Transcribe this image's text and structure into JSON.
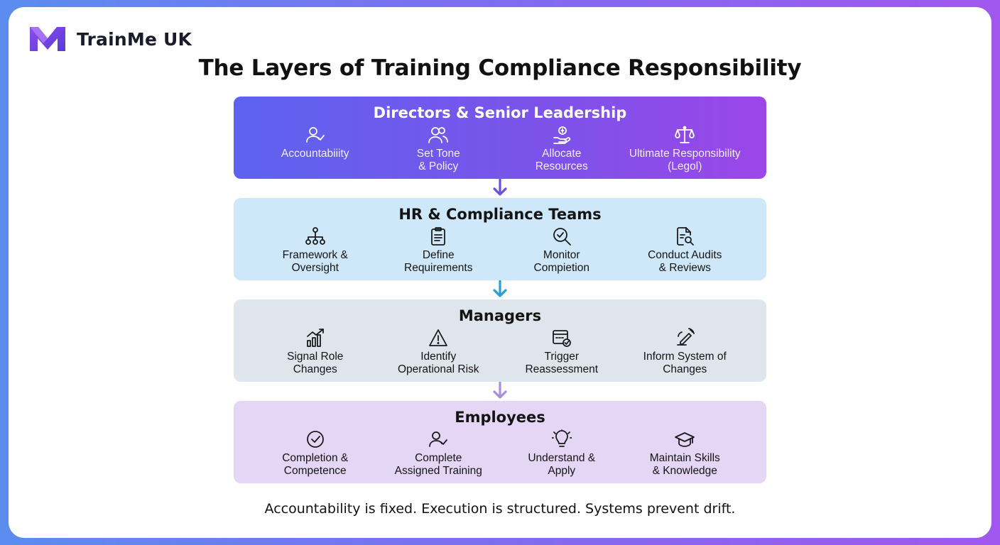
{
  "brand": {
    "name": "TrainMe UK",
    "logo_icon": "m-logo-icon"
  },
  "title": "The Layers of Training Compliance Responsibility",
  "layers": [
    {
      "title": "Directors & Senior Leadership",
      "color": "#6a5cf0",
      "items": [
        {
          "icon": "user-check-icon",
          "label": "Accountabiiity"
        },
        {
          "icon": "users-icon",
          "label": "Set Tone\n& Policy"
        },
        {
          "icon": "hand-coin-icon",
          "label": "Allocate\nResources"
        },
        {
          "icon": "scales-icon",
          "label": "Ultimate Responsibility\n(Legol)"
        }
      ]
    },
    {
      "title": "HR & Compliance Teams",
      "color": "#cfe8f9",
      "items": [
        {
          "icon": "hierarchy-icon",
          "label": "Framework &\nOversight"
        },
        {
          "icon": "clipboard-icon",
          "label": "Define\nRequirements"
        },
        {
          "icon": "search-check-icon",
          "label": "Monitor\nCompietion"
        },
        {
          "icon": "document-search-icon",
          "label": "Conduct Audits\n& Reviews"
        }
      ]
    },
    {
      "title": "Managers",
      "color": "#dfe5ec",
      "items": [
        {
          "icon": "bar-chart-up-icon",
          "label": "Signal Role\nChanges"
        },
        {
          "icon": "warning-triangle-icon",
          "label": "Identify\nOperational Risk"
        },
        {
          "icon": "calendar-check-icon",
          "label": "Trigger\nReassessment"
        },
        {
          "icon": "edit-signal-icon",
          "label": "Inform System of\nChanges"
        }
      ]
    },
    {
      "title": "Employees",
      "color": "#e5d6f6",
      "items": [
        {
          "icon": "check-circle-icon",
          "label": "Completion &\nCompetence"
        },
        {
          "icon": "user-check-icon",
          "label": "Complete\nAssigned Training"
        },
        {
          "icon": "lightbulb-icon",
          "label": "Understand &\nApply"
        },
        {
          "icon": "graduation-cap-icon",
          "label": "Maintain Skills\n& Knowledge"
        }
      ]
    }
  ],
  "arrows": [
    {
      "icon": "arrow-down-icon",
      "color": "#6a4fe0"
    },
    {
      "icon": "arrow-down-icon",
      "color": "#2a9fd6"
    },
    {
      "icon": "arrow-down-icon",
      "color": "#a88fe0"
    }
  ],
  "tagline": "Accountability is fixed. Execution is structured. Systems prevent drift."
}
